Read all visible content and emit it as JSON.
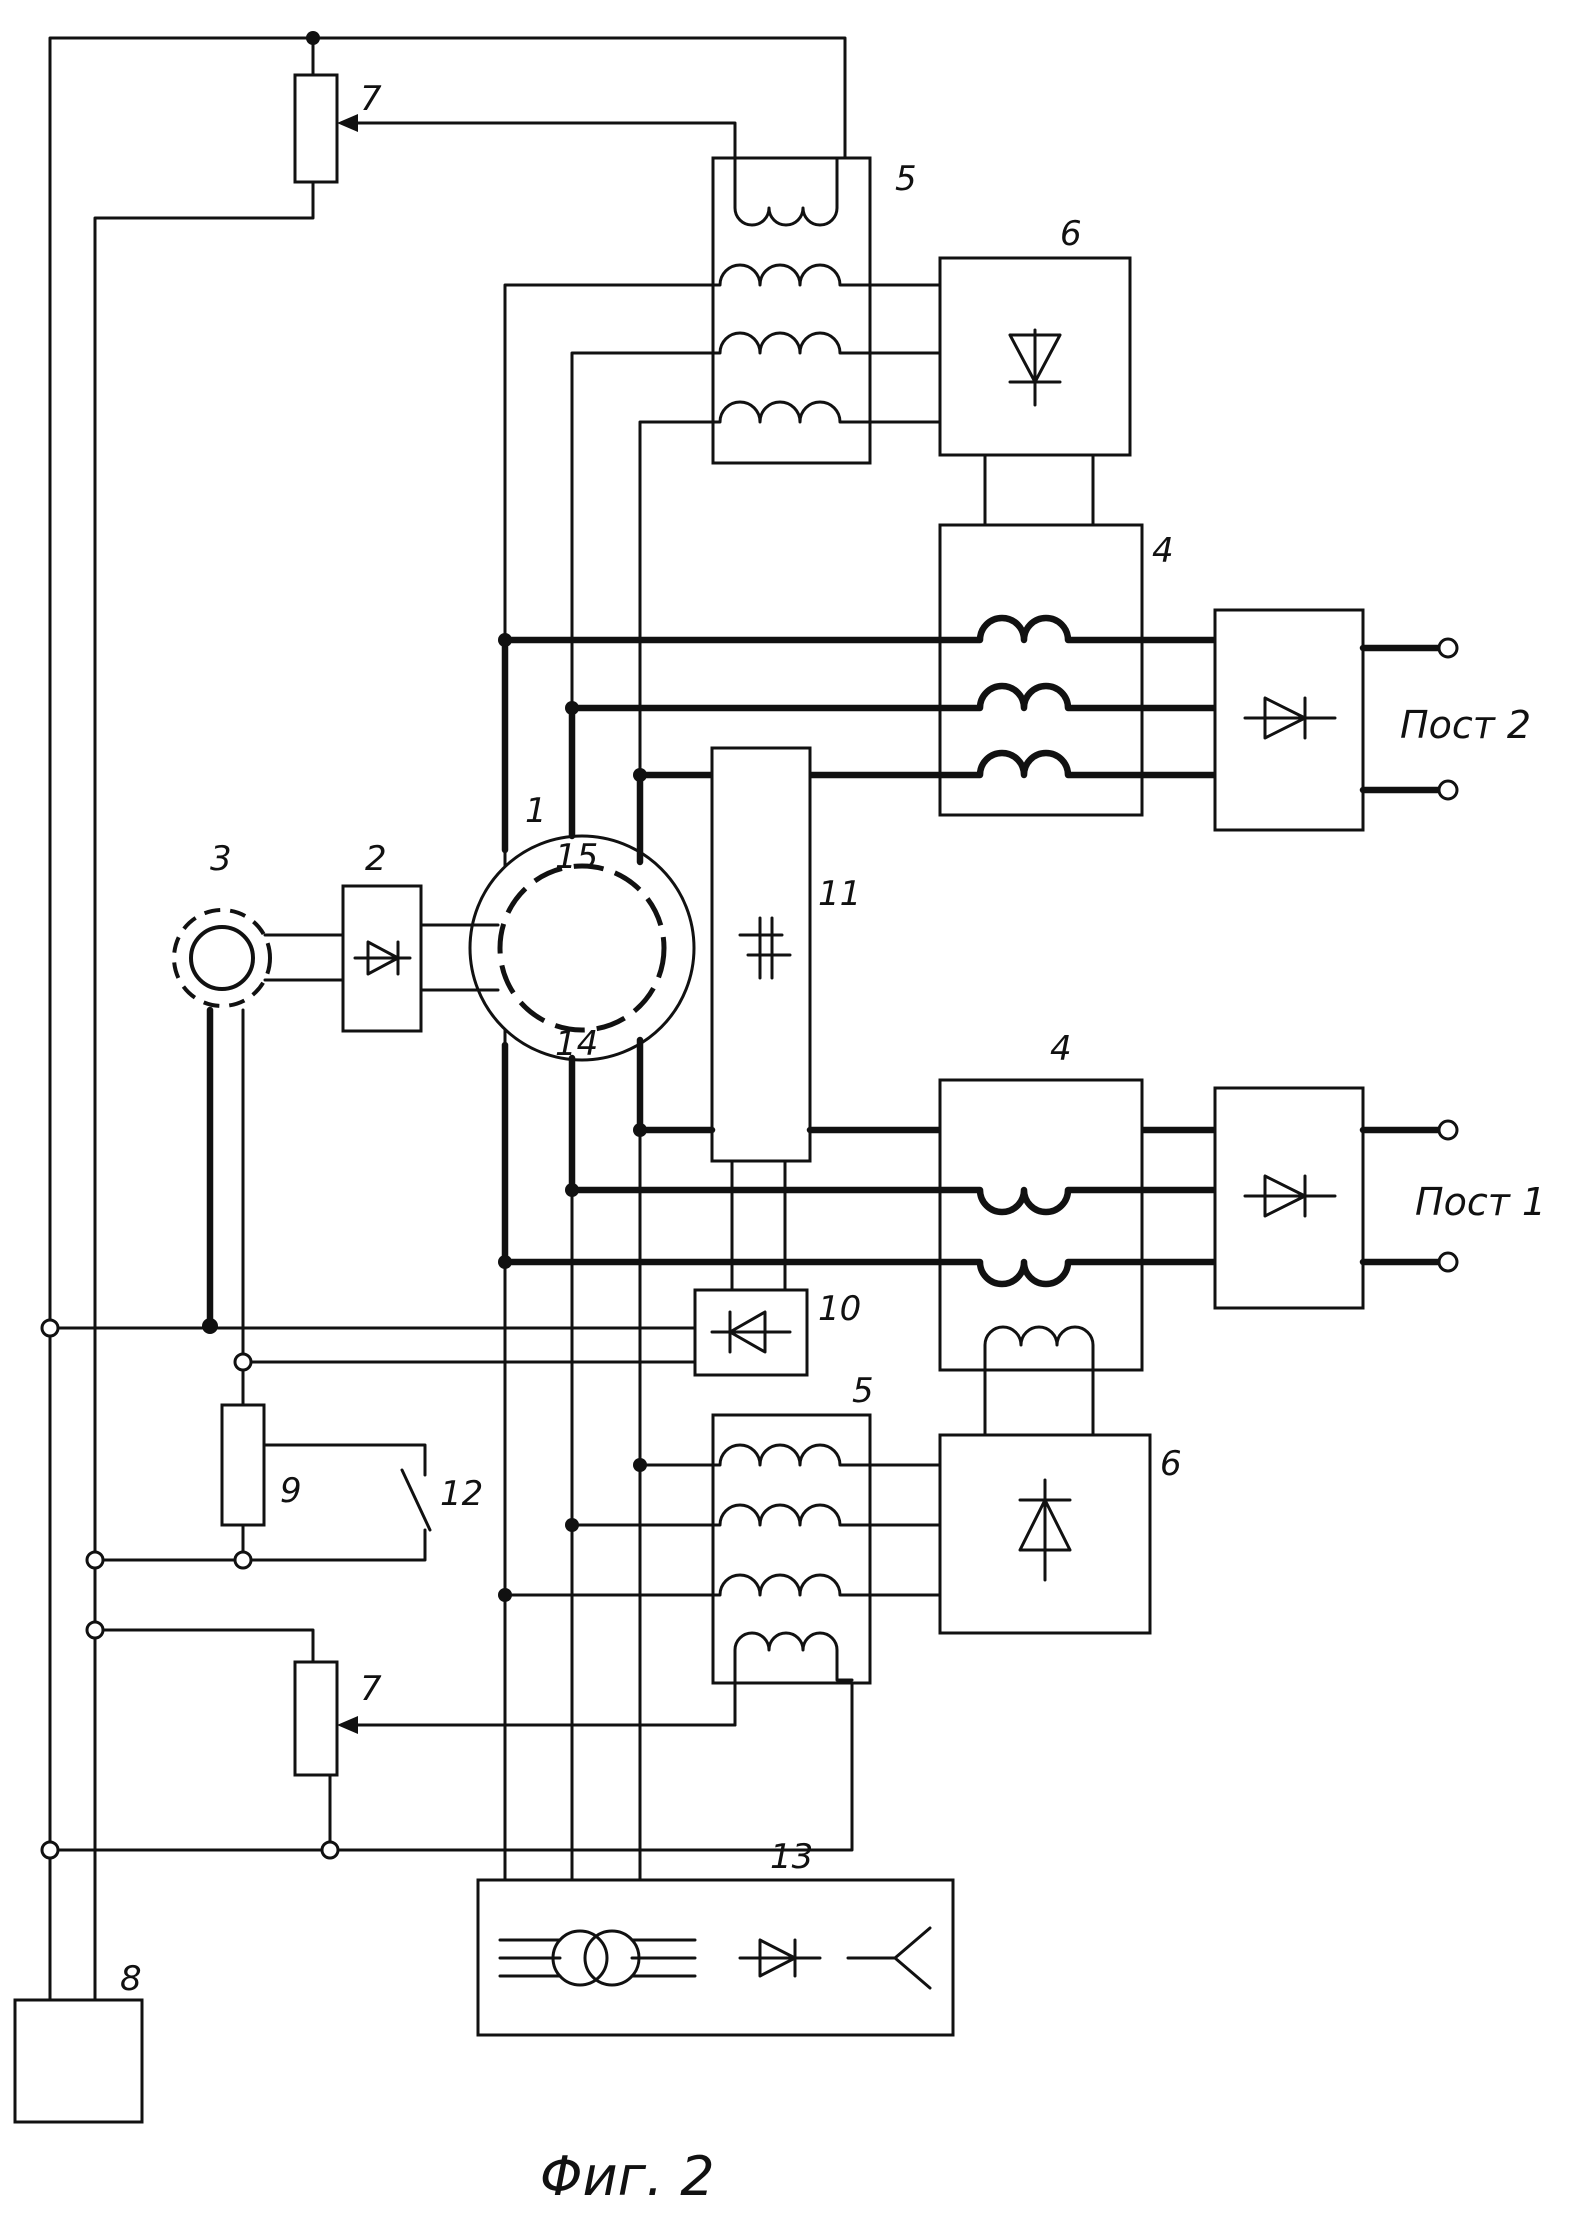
{
  "figure": {
    "caption": "Φиг. 2",
    "labels": {
      "generator": "1",
      "rectifier_2": "2",
      "exciter": "3",
      "transformer_4_top": "4",
      "transformer_4_bottom": "4",
      "transformer_5_top": "5",
      "transformer_5_bottom": "5",
      "rectifier_6_top": "6",
      "rectifier_6_bottom": "6",
      "resistor_7_top": "7",
      "resistor_7_bottom": "7",
      "source_8": "8",
      "resistor_9": "9",
      "diode_10": "10",
      "switch_11": "11",
      "switch_12": "12",
      "unit_13": "13",
      "winding_14": "14",
      "winding_15": "15"
    },
    "terminals": {
      "post2": "Пост 2",
      "post1": "Пост 1"
    }
  }
}
